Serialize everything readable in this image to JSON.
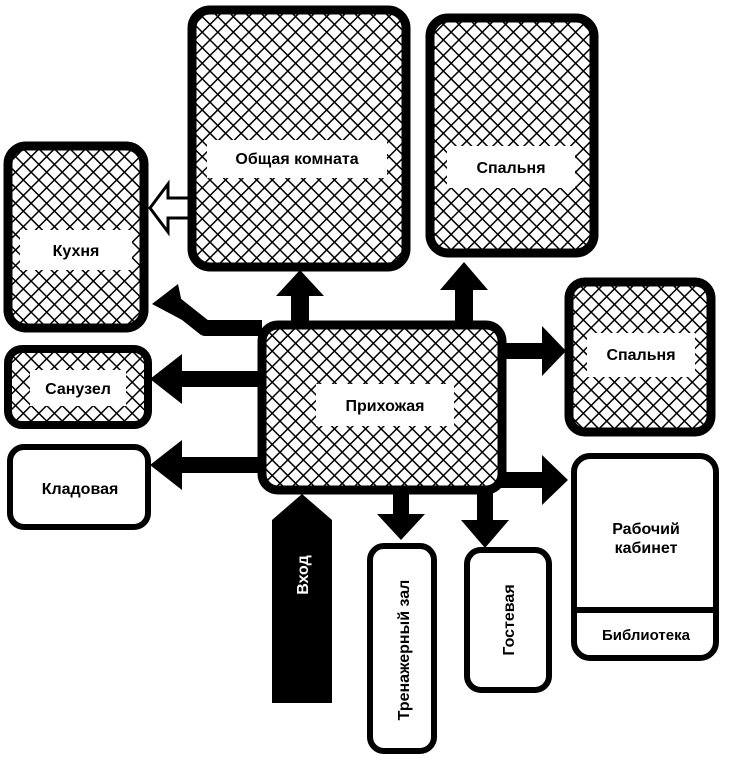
{
  "rooms": {
    "living_room": "Общая комната",
    "bedroom_top": "Спальня",
    "kitchen": "Кухня",
    "bedroom_right": "Спальня",
    "bathroom": "Санузел",
    "hallway": "Прихожая",
    "pantry": "Кладовая",
    "office_line1": "Рабочий",
    "office_line2": "кабинет",
    "library": "Библиотека",
    "gym": "Тренажерный зал",
    "guest_room": "Гостевая",
    "entrance": "Вход"
  },
  "colors": {
    "ink": "#000000",
    "paper": "#ffffff"
  }
}
